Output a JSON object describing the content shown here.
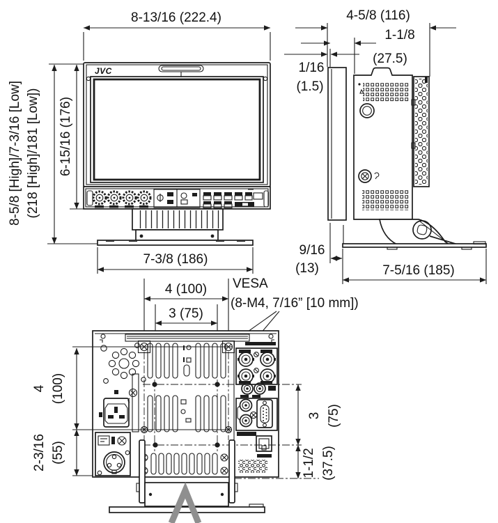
{
  "drawing": {
    "brand_logo": "JVC",
    "dims": {
      "front_width": "8-13/16 (222.4)",
      "front_total_height_l1": "8-5/8 [High]/7-3/16 [Low]",
      "front_total_height_l2": "(218 [High]/181 [Low])",
      "front_panel_height": "6-15/16 (176)",
      "front_base_width": "7-3/8 (186)",
      "side_depth": "4-5/8 (116)",
      "side_body_depth_l1": "1-1/8",
      "side_body_depth_l2": "(27.5)",
      "side_lip_l1": "1/16",
      "side_lip_l2": "(1.5)",
      "side_base_offset_l1": "9/16",
      "side_base_offset_l2": "(13)",
      "side_base_depth": "7-5/16 (185)",
      "rear_vesa100_width": "4 (100)",
      "rear_vesa75_width": "3 (75)",
      "vesa_l1": "VESA",
      "vesa_l2": "(8-M4, 7/16” [10 mm])",
      "rear_vesa100_height_l1": "4",
      "rear_vesa100_height_l2": "(100)",
      "rear_lower_height_l1": "2-3/16",
      "rear_lower_height_l2": "(55)",
      "rear_vesa75_height_l1": "3",
      "rear_vesa75_height_l2": "(75)",
      "rear_offset_height_l1": "1-1/2",
      "rear_offset_height_l2": "(37.5)"
    }
  }
}
